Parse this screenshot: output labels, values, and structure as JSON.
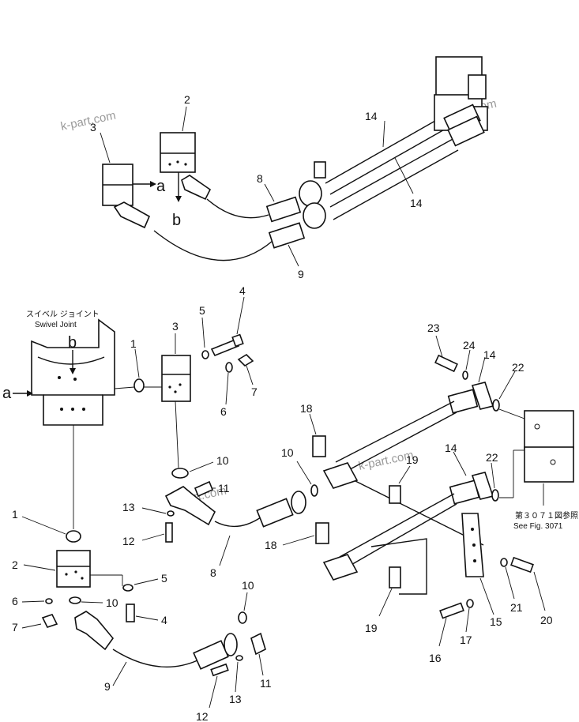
{
  "watermark": "k-part.com",
  "swivel_joint": {
    "jp": "スイベル ジョイント",
    "en": "Swivel Joint"
  },
  "fig_ref": {
    "jp": "第３０７１図参照",
    "en": "See Fig. 3071"
  },
  "letters": {
    "a": "a",
    "b": "b"
  },
  "callouts": {
    "c1": "1",
    "c2": "2",
    "c3": "3",
    "c4": "4",
    "c5": "5",
    "c6": "6",
    "c7": "7",
    "c8": "8",
    "c9": "9",
    "c10": "10",
    "c11": "11",
    "c12": "12",
    "c13": "13",
    "c14": "14",
    "c15": "15",
    "c16": "16",
    "c17": "17",
    "c18": "18",
    "c19": "19",
    "c20": "20",
    "c21": "21",
    "c22": "22",
    "c23": "23",
    "c24": "24"
  }
}
